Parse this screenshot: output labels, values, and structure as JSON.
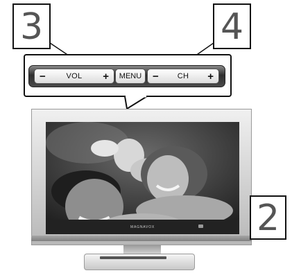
{
  "callouts": {
    "three": "3",
    "four": "4",
    "two": "2"
  },
  "control_panel": {
    "volume": {
      "minus": "−",
      "label": "VOL",
      "plus": "+"
    },
    "menu": {
      "label": "MENU"
    },
    "channel": {
      "minus": "−",
      "label": "CH",
      "plus": "+"
    }
  },
  "tv": {
    "brand": "MAGNAVOX"
  },
  "colors": {
    "callout_text": "#555555",
    "outline": "#111111",
    "bezel": "#d6d6d6",
    "button_strip": "#3a3a3a"
  }
}
